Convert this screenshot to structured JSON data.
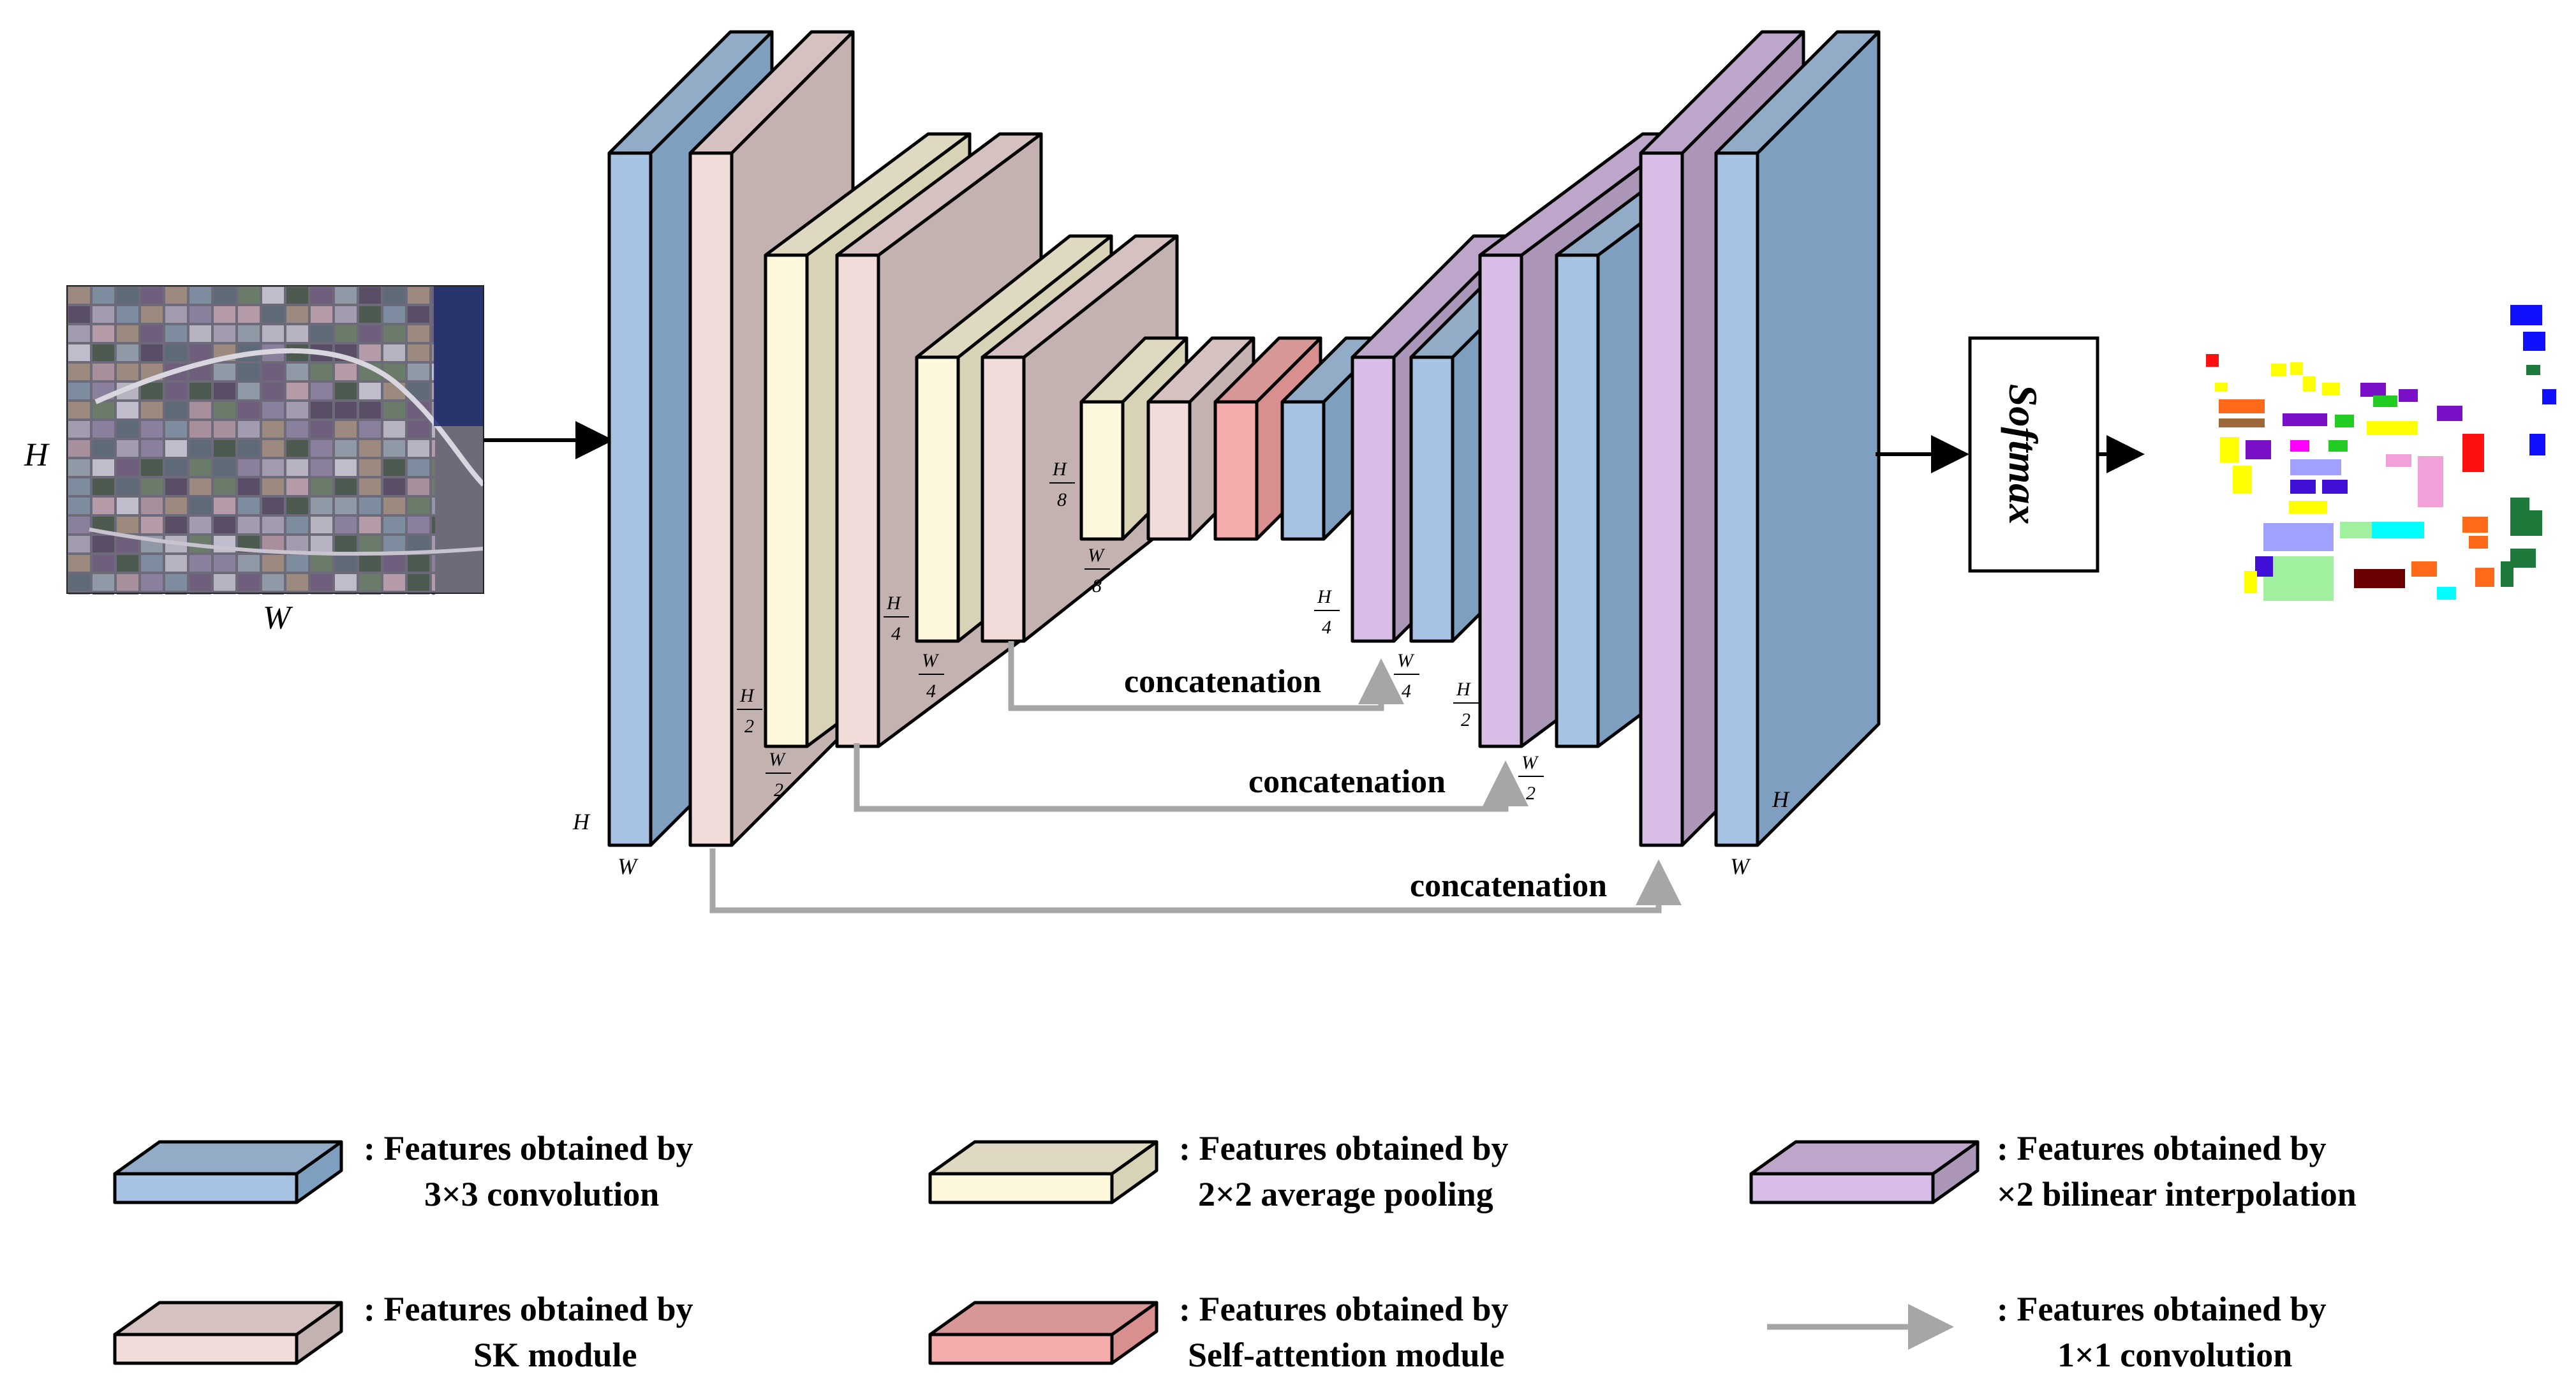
{
  "input_image": {
    "height_label": "H",
    "width_label": "W"
  },
  "dims": {
    "h": "H",
    "w": "W",
    "h2": "H",
    "w2": "W",
    "d2": "2",
    "h4": "H",
    "w4": "W",
    "d4": "4",
    "h8": "H",
    "w8": "W",
    "d8": "8"
  },
  "concat_label": "concatenation",
  "softmax_label": "Softmax",
  "colors": {
    "conv": "#a6c3e3",
    "sk": "#f2dcda",
    "pool": "#fdf7db",
    "attn": "#f4acac",
    "interp": "#d8bde6",
    "skip_arrow": "#a6a6a6"
  },
  "legend": [
    {
      "line1": ": Features obtained by",
      "line2": "3×3 convolution"
    },
    {
      "line1": ": Features obtained by",
      "line2": "2×2 average pooling"
    },
    {
      "line1": ": Features obtained by",
      "line2": "×2 bilinear interpolation"
    },
    {
      "line1": ": Features obtained by",
      "line2": "SK module"
    },
    {
      "line1": ": Features obtained by",
      "line2": "Self-attention module"
    },
    {
      "line1": ": Features obtained by",
      "line2": "1×1 convolution"
    }
  ]
}
